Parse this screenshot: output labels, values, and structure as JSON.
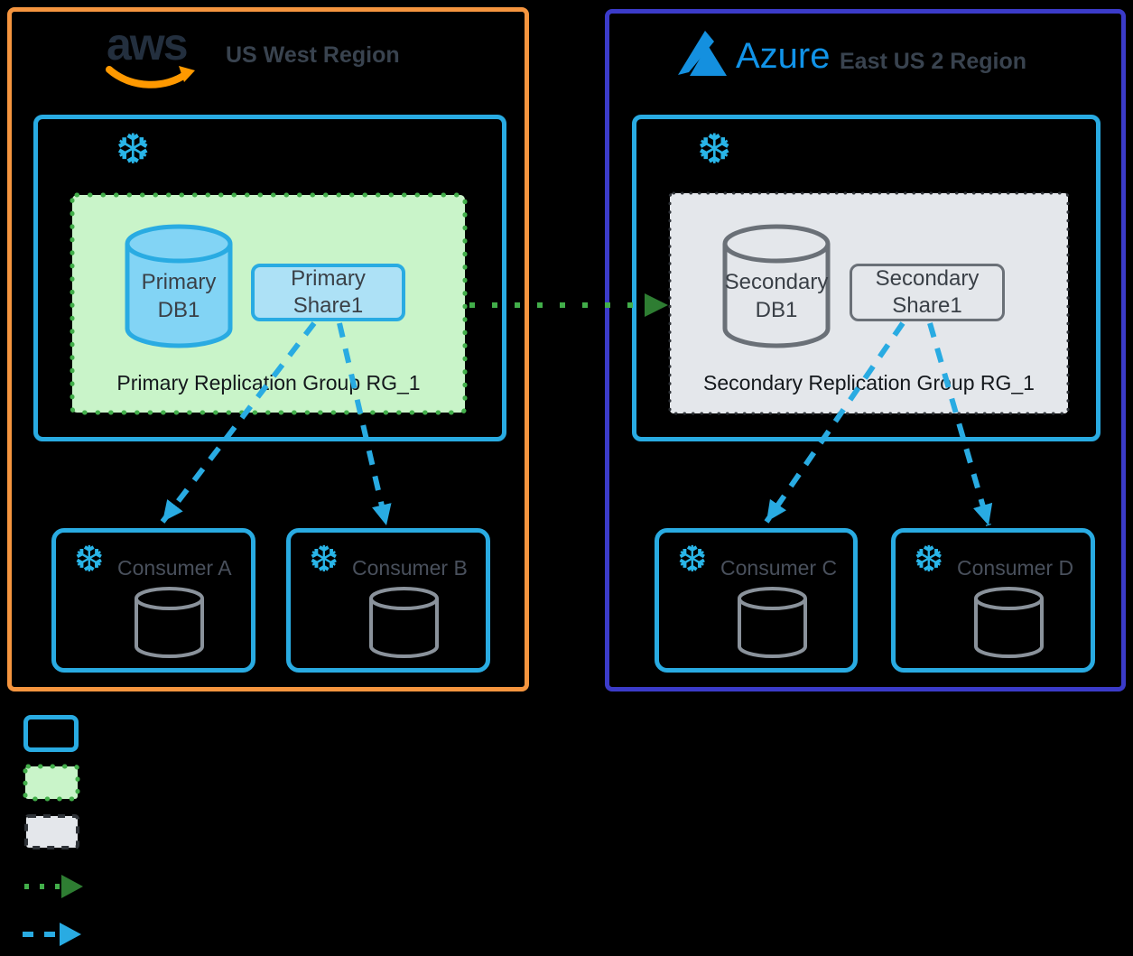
{
  "icons": {
    "snowflake_glyph": "❆"
  },
  "regions": {
    "aws": {
      "logo_text": "aws",
      "title": "US West Region",
      "group": {
        "db_line1": "Primary",
        "db_line2": "DB1",
        "share_line1": "Primary",
        "share_line2": "Share1",
        "caption": "Primary Replication Group RG_1"
      },
      "consumers": [
        {
          "label": "Consumer A"
        },
        {
          "label": "Consumer B"
        }
      ]
    },
    "azure": {
      "logo_text": "Azure",
      "title": "East US 2 Region",
      "group": {
        "db_line1": "Secondary",
        "db_line2": "DB1",
        "share_line1": "Secondary",
        "share_line2": "Share1",
        "caption": "Secondary Replication Group RG_1"
      },
      "consumers": [
        {
          "label": "Consumer C"
        },
        {
          "label": "Consumer D"
        }
      ]
    }
  },
  "legend": {
    "items": [
      {
        "name": "snowflake-node-swatch"
      },
      {
        "name": "primary-replication-group-swatch"
      },
      {
        "name": "secondary-replication-group-swatch"
      },
      {
        "name": "replication-arrow-swatch"
      },
      {
        "name": "share-arrow-swatch"
      }
    ]
  },
  "colors": {
    "background": "#000000",
    "aws_border": "#F5953F",
    "aws_logo_text": "#232F3E",
    "aws_smile": "#FF9900",
    "azure_border": "#3B3BC9",
    "azure_logo": "#1490DF",
    "region_title": "#39434F",
    "snowflake_blue": "#29B5E8",
    "node_border": "#29ABE2",
    "primary_group_fill": "#C9F4C9",
    "primary_group_dots": "#42AE4A",
    "secondary_group_fill": "#E4E7EB",
    "secondary_group_dots": "#2F3338",
    "primary_db_fill": "#82D4F5",
    "primary_share_fill": "#ADE1F6",
    "secondary_stroke": "#6A7077",
    "consumer_cylinder_stroke": "#8A929B",
    "label_dark": "#3A4047",
    "consumer_label": "#49505C",
    "caption_text": "#14181C",
    "replication_arrow_head": "#2E7D32",
    "replication_arrow_dots": "#42AE4A",
    "share_arrow": "#29ABE2"
  }
}
